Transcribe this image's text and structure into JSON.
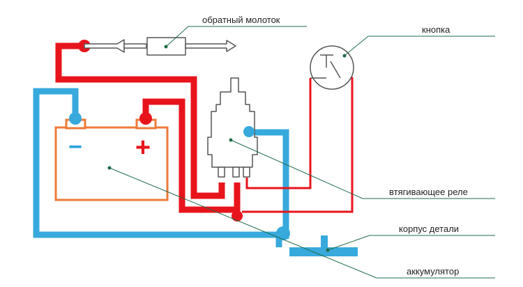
{
  "labels": {
    "hammer": "обратный молоток",
    "button": "кнопка",
    "relay": "втягивающее реле",
    "body": "корпус детали",
    "battery": "аккумулятор"
  },
  "terminals": {
    "minus": "−",
    "plus": "+"
  },
  "colors": {
    "positive_wire": "#e8141c",
    "negative_wire": "#38a9dc",
    "battery_outline": "#ee7a3a",
    "terminal_sign": "#29a0d8",
    "leader": "#1f6b48",
    "component_outline": "#555555"
  }
}
